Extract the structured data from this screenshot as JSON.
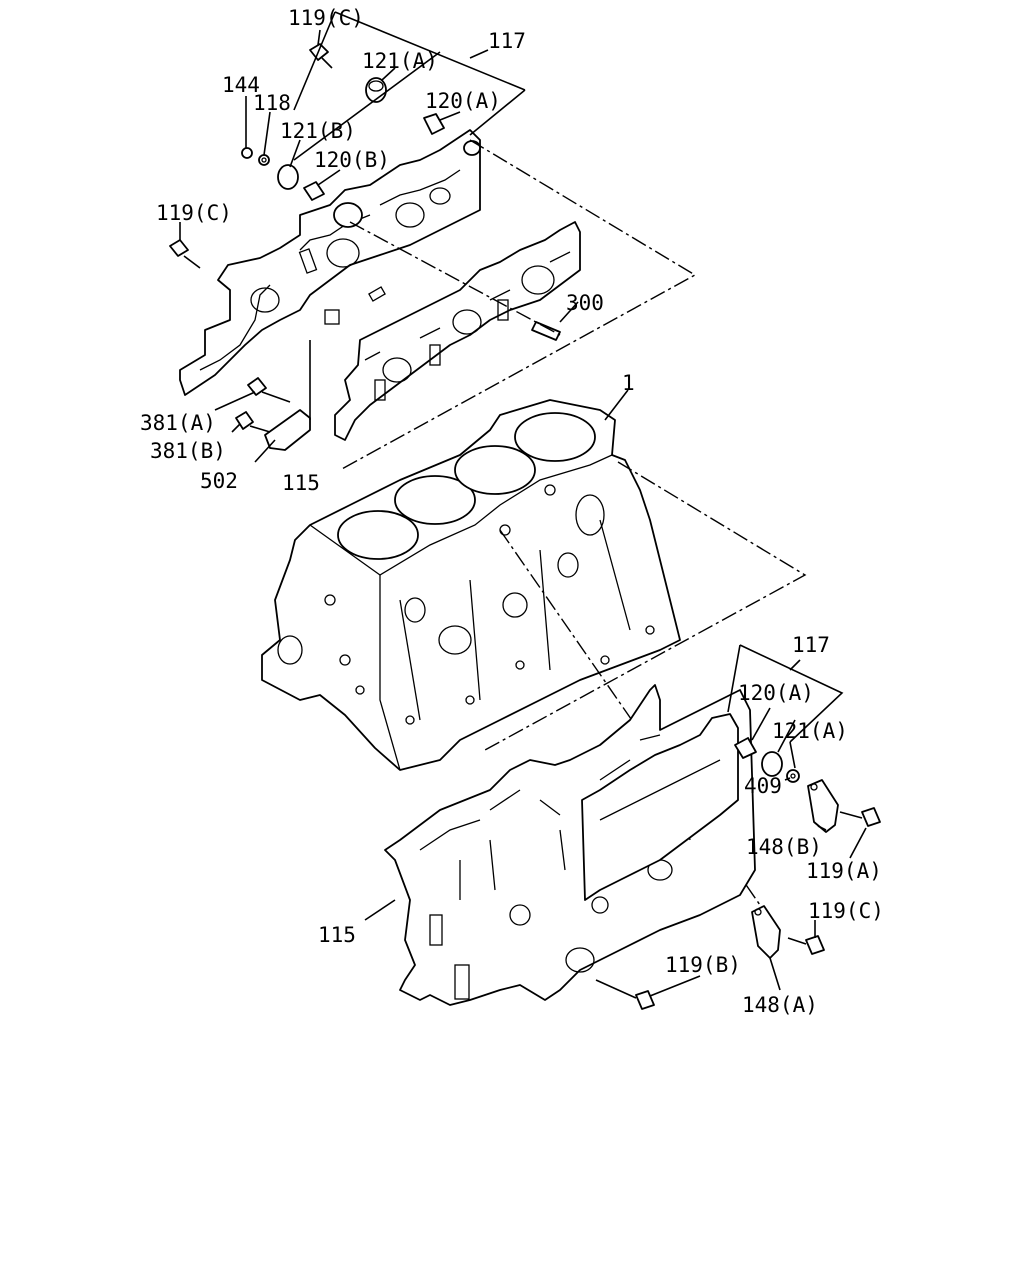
{
  "labels": {
    "l119c_top": "119(C)",
    "l117_top": "117",
    "l121a_top": "121(A)",
    "l144": "144",
    "l118": "118",
    "l120a_top": "120(A)",
    "l121b": "121(B)",
    "l120b": "120(B)",
    "l119c_left": "119(C)",
    "l300": "300",
    "l1": "1",
    "l381a": "381(A)",
    "l381b": "381(B)",
    "l502": "502",
    "l115_top": "115",
    "l117_bot": "117",
    "l120a_bot": "120(A)",
    "l121a_bot": "121(A)",
    "l409": "409",
    "l148b": "148(B)",
    "l119a": "119(A)",
    "l115_bot": "115",
    "l119c_bot": "119(C)",
    "l119b": "119(B)",
    "l148a": "148(A)"
  }
}
